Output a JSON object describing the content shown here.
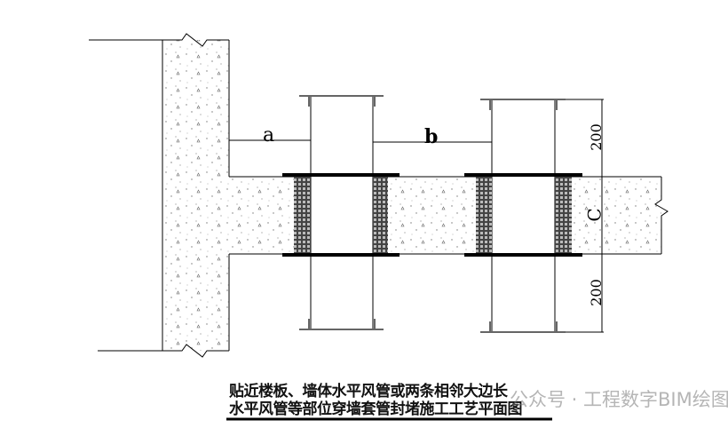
{
  "drawing": {
    "labels": {
      "a": "a",
      "b": "b",
      "c": "C"
    },
    "dimensions": [
      "200",
      "200"
    ],
    "title_lines": [
      "贴近楼板、墙体水平风管或两条相邻大边长",
      "水平风管等部位穿墙套管封堵施工工艺平面图"
    ],
    "watermark": "公众号 · 工程数字BIM绘图"
  }
}
